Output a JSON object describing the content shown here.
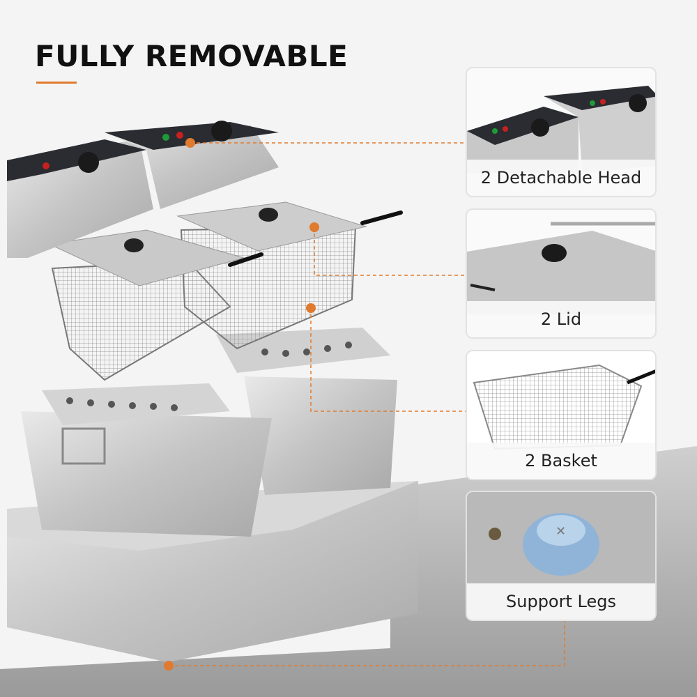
{
  "title": "FULLY REMOVABLE",
  "accent_color": "#e07a2e",
  "features": [
    {
      "label": "2 Detachable Head",
      "icon": "fryer-head-image"
    },
    {
      "label": "2 Lid",
      "icon": "lid-image"
    },
    {
      "label": "2 Basket",
      "icon": "basket-image"
    },
    {
      "label": "Support Legs",
      "icon": "support-leg-image"
    }
  ]
}
